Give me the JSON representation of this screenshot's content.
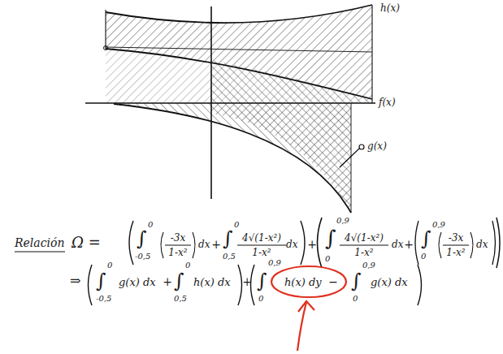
{
  "diagram": {
    "labels": [
      "h(x)",
      "f(x)",
      "g(x)",
      "Relación",
      "Ω =",
      "∫",
      "0",
      "-0,5",
      "-3x",
      "1-x²",
      "dx",
      "+",
      "∫",
      "0",
      "0,5",
      "4√(1-x²)",
      "1-x²",
      "dx",
      "+",
      "∫",
      "0,9",
      "0",
      "4√(1-x²)",
      "1-x²",
      "dx",
      "+",
      "∫",
      "0,9",
      "0",
      "-3x",
      "1-x²",
      "dx",
      "⇒",
      "∫",
      "0",
      "-0,5",
      "g(x) dx",
      "+",
      "∫",
      "0",
      "0,5",
      "h(x) dx",
      "+",
      "∫",
      "0,9",
      "0",
      "h(x) dy",
      "−",
      "∫",
      "0,9",
      "0",
      "g(x) dx"
    ]
  }
}
